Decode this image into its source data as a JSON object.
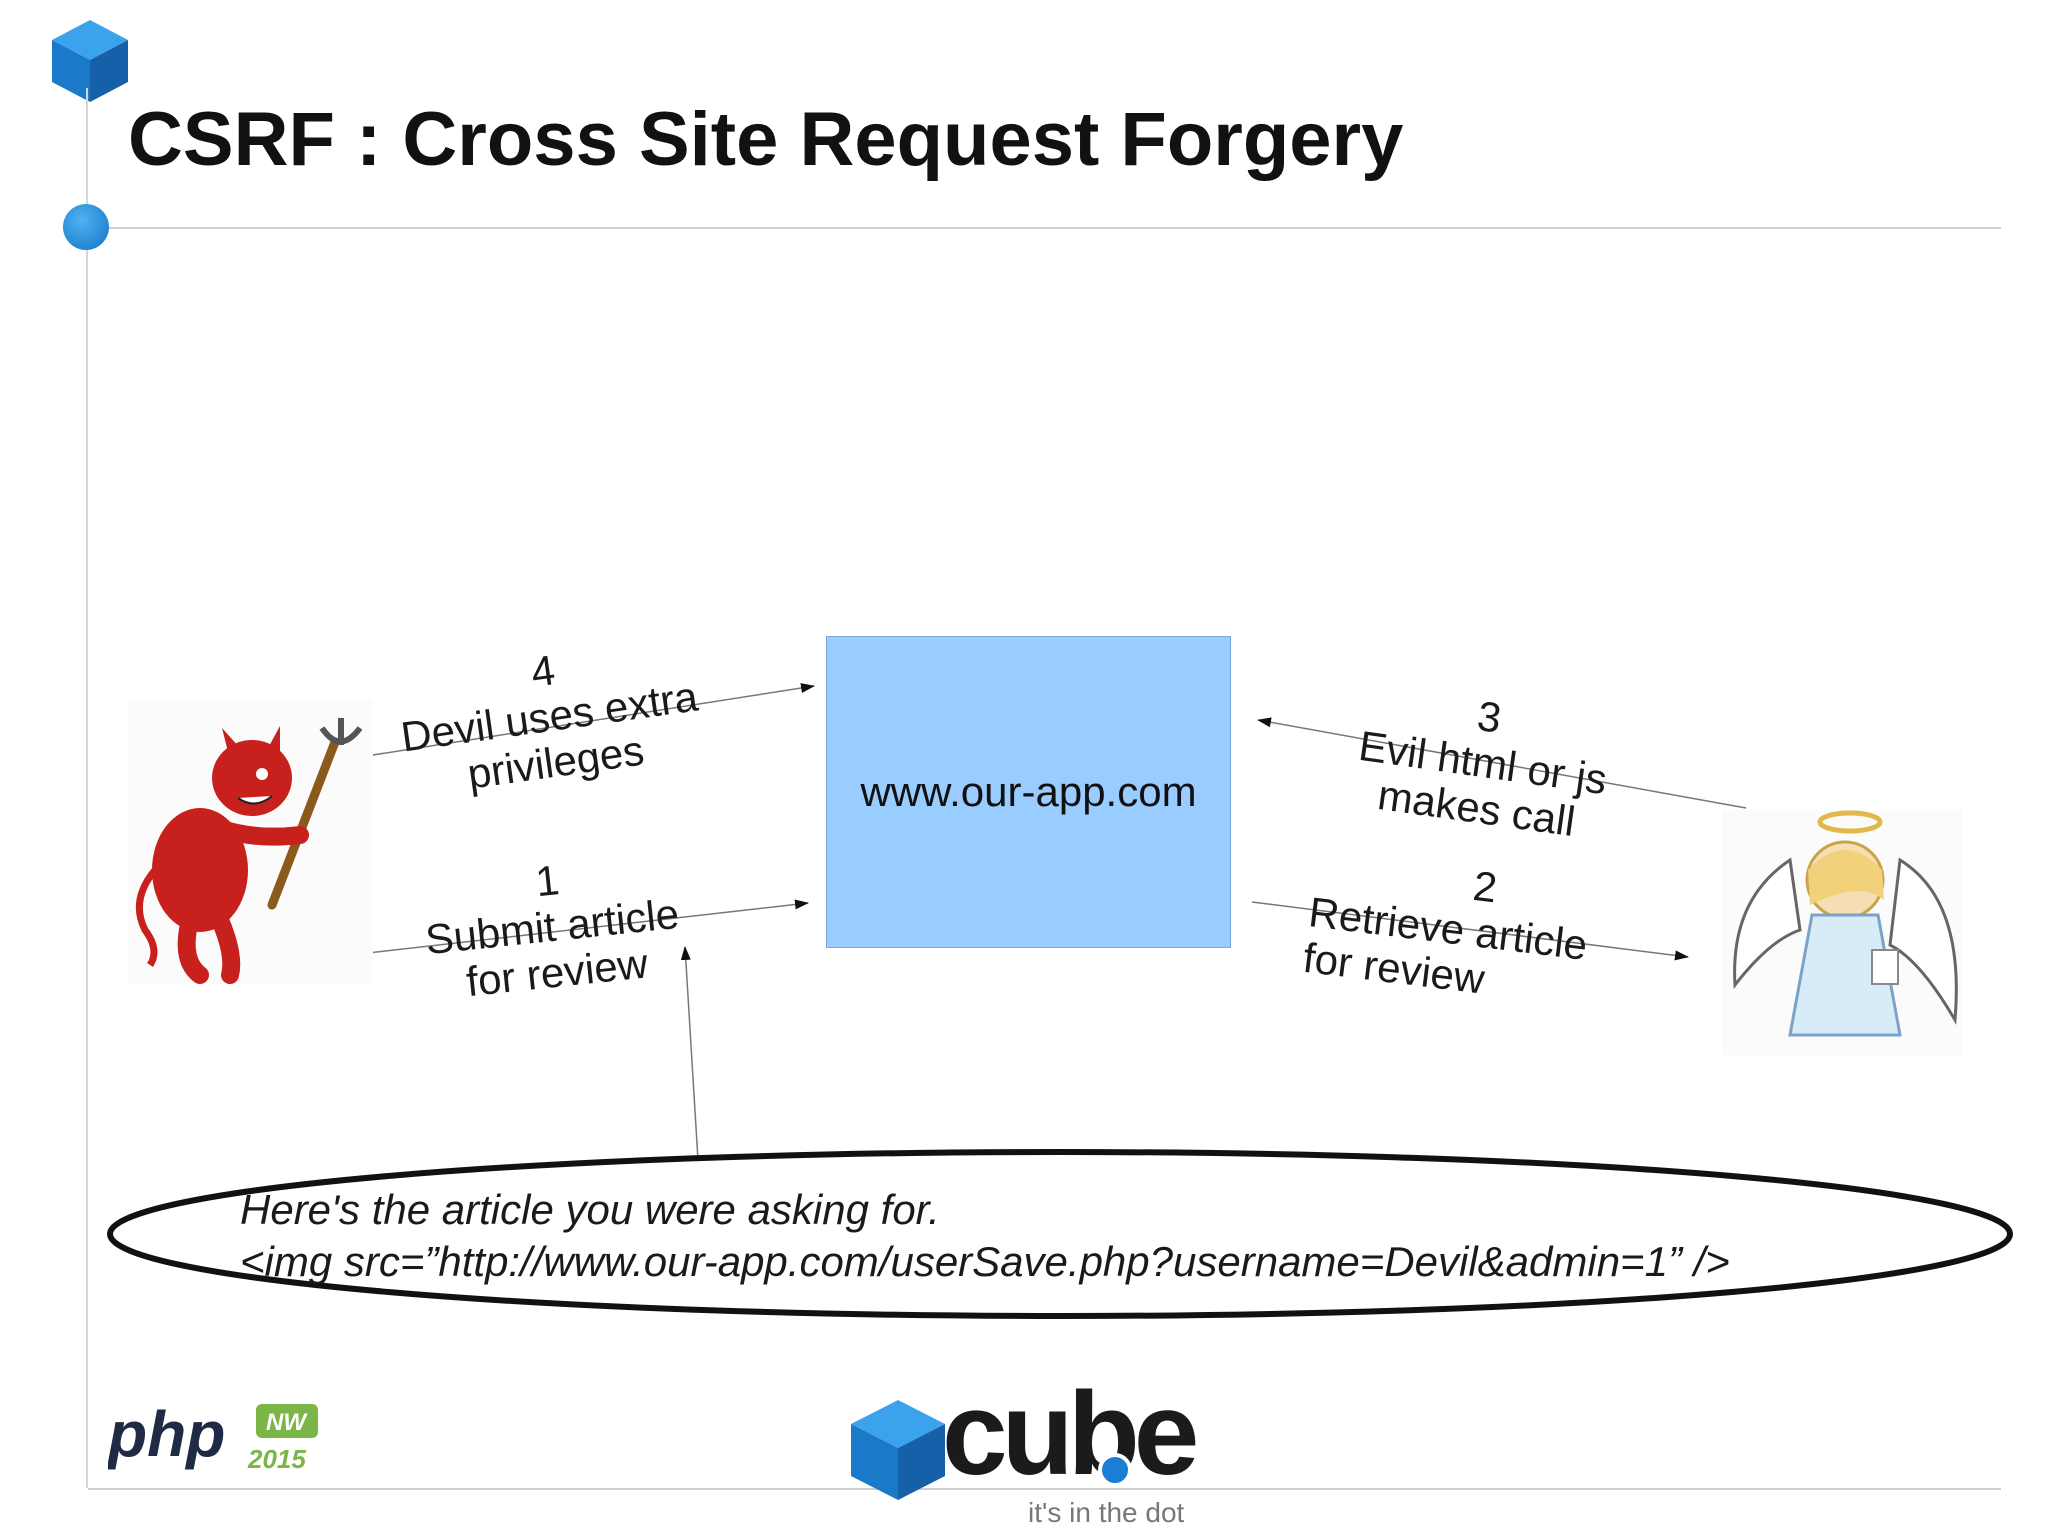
{
  "slide": {
    "title": "CSRF : Cross Site Request Forgery"
  },
  "diagram": {
    "server_label": "www.our-app.com",
    "steps": [
      {
        "number": "4",
        "line1": "Devil uses extra",
        "line2": "privileges"
      },
      {
        "number": "1",
        "line1": "Submit article",
        "line2": "for review"
      },
      {
        "number": "3",
        "line1": "Evil html or js",
        "line2": "makes call"
      },
      {
        "number": "2",
        "line1": "Retrieve article",
        "line2": "for review"
      }
    ],
    "payload": {
      "line1": "Here's the article you were asking for.",
      "line2": "<img src=”http://www.our-app.com/userSave.php?username=Devil&admin=1” />"
    }
  },
  "footer": {
    "php_logo_text": "php",
    "php_badge_text": "NW",
    "php_year": "2015",
    "cube_logo_text": "cube",
    "cube_tagline": "it's in the dot"
  },
  "colors": {
    "server_fill": "#99ccff",
    "accent_blue": "#1a7fd4",
    "devil_red": "#c8201c",
    "badge_green": "#7ab648"
  }
}
